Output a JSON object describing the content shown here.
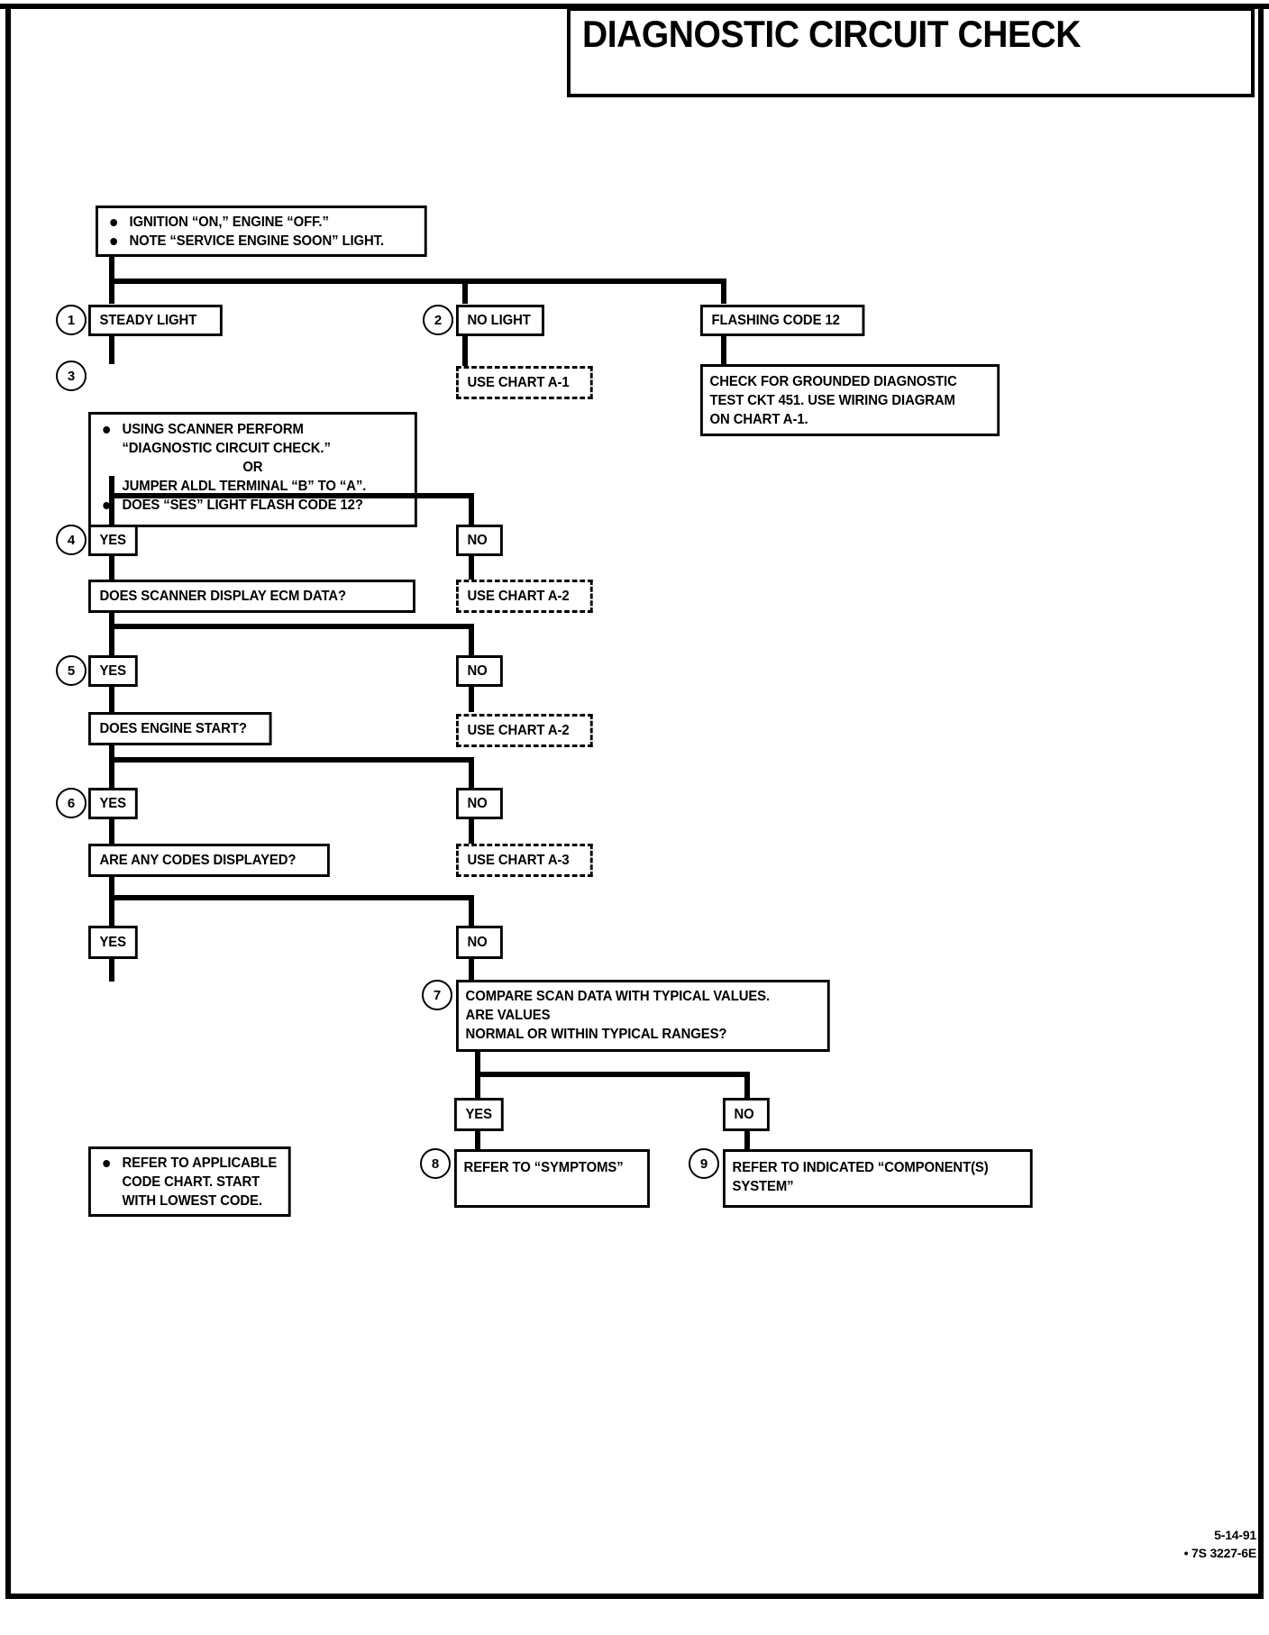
{
  "title": "DIAGNOSTIC CIRCUIT CHECK",
  "footer": {
    "date": "5-14-91",
    "part": "• 7S 3227-6E"
  },
  "flowchart": {
    "type": "flowchart",
    "start": {
      "name": "start-instructions",
      "lines": [
        "IGNITION “ON,” ENGINE  “OFF.”",
        "NOTE “SERVICE ENGINE SOON” LIGHT."
      ]
    },
    "branches": {
      "steady_light": "STEADY LIGHT",
      "no_light": "NO LIGHT",
      "flashing_code_12": "FLASHING CODE 12"
    },
    "use_chart_a1": "USE CHART A-1",
    "grounded_check": {
      "lines": [
        "CHECK FOR GROUNDED DIAGNOSTIC",
        "TEST CKT 451.  USE WIRING DIAGRAM",
        "ON CHART A-1."
      ]
    },
    "step3": {
      "lines": [
        "USING  SCANNER  PERFORM",
        "“DIAGNOSTIC CIRCUIT CHECK.”",
        "OR",
        "JUMPER ALDL TERMINAL “B” TO “A”.",
        "DOES “SES” LIGHT FLASH CODE 12?"
      ]
    },
    "q4": "DOES SCANNER  DISPLAY ECM DATA?",
    "q4_no_chart": "USE CHART A-2",
    "q5": "DOES ENGINE START?",
    "q5_no_chart": "USE CHART A-2",
    "q6": "ARE ANY CODES DISPLAYED?",
    "q6_no_chart": "USE CHART A-3",
    "code_chart": {
      "lines": [
        "REFER TO APPLICABLE",
        "CODE CHART.  START",
        "WITH LOWEST CODE."
      ]
    },
    "step7": {
      "lines": [
        "COMPARE SCAN DATA WITH TYPICAL VALUES.",
        "ARE VALUES",
        "NORMAL OR WITHIN TYPICAL RANGES?"
      ]
    },
    "step8": {
      "lines": [
        "REFER TO “SYMPTOMS”"
      ]
    },
    "step9": {
      "lines": [
        "REFER TO INDICATED “COMPONENT(S)",
        "SYSTEM”"
      ]
    },
    "yes": "YES",
    "no": "NO",
    "step_numbers": {
      "n1": "1",
      "n2": "2",
      "n3": "3",
      "n4": "4",
      "n5": "5",
      "n6": "6",
      "n7": "7",
      "n8": "8",
      "n9": "9"
    }
  }
}
